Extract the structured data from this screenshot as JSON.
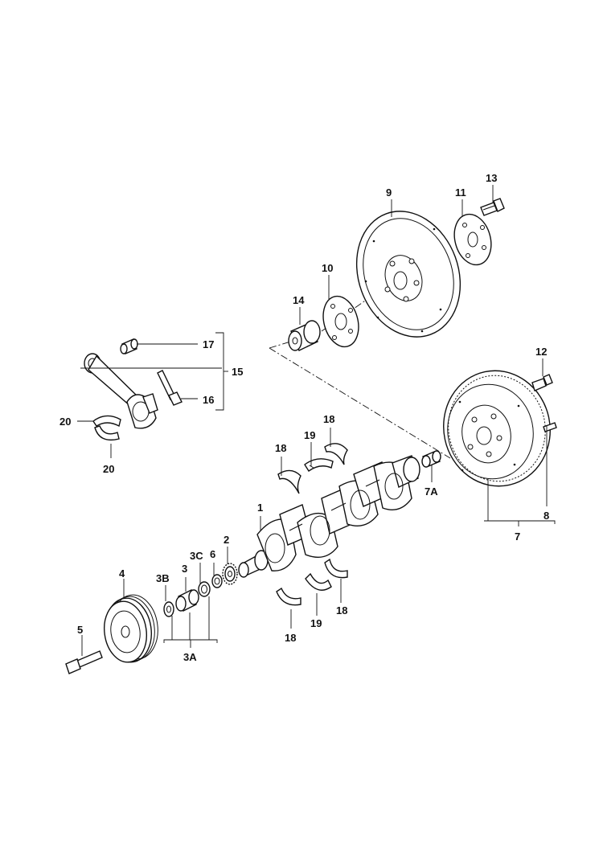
{
  "callouts": {
    "c1": "1",
    "c2": "2",
    "c3": "3",
    "c3a": "3A",
    "c3b": "3B",
    "c3c": "3C",
    "c4": "4",
    "c5": "5",
    "c6": "6",
    "c7": "7",
    "c7a": "7A",
    "c8": "8",
    "c9": "9",
    "c10": "10",
    "c11": "11",
    "c12": "12",
    "c13": "13",
    "c14": "14",
    "c15": "15",
    "c16": "16",
    "c17": "17",
    "c18a": "18",
    "c18b": "18",
    "c18c": "18",
    "c18d": "18",
    "c19a": "19",
    "c19b": "19",
    "c20a": "20",
    "c20b": "20"
  }
}
